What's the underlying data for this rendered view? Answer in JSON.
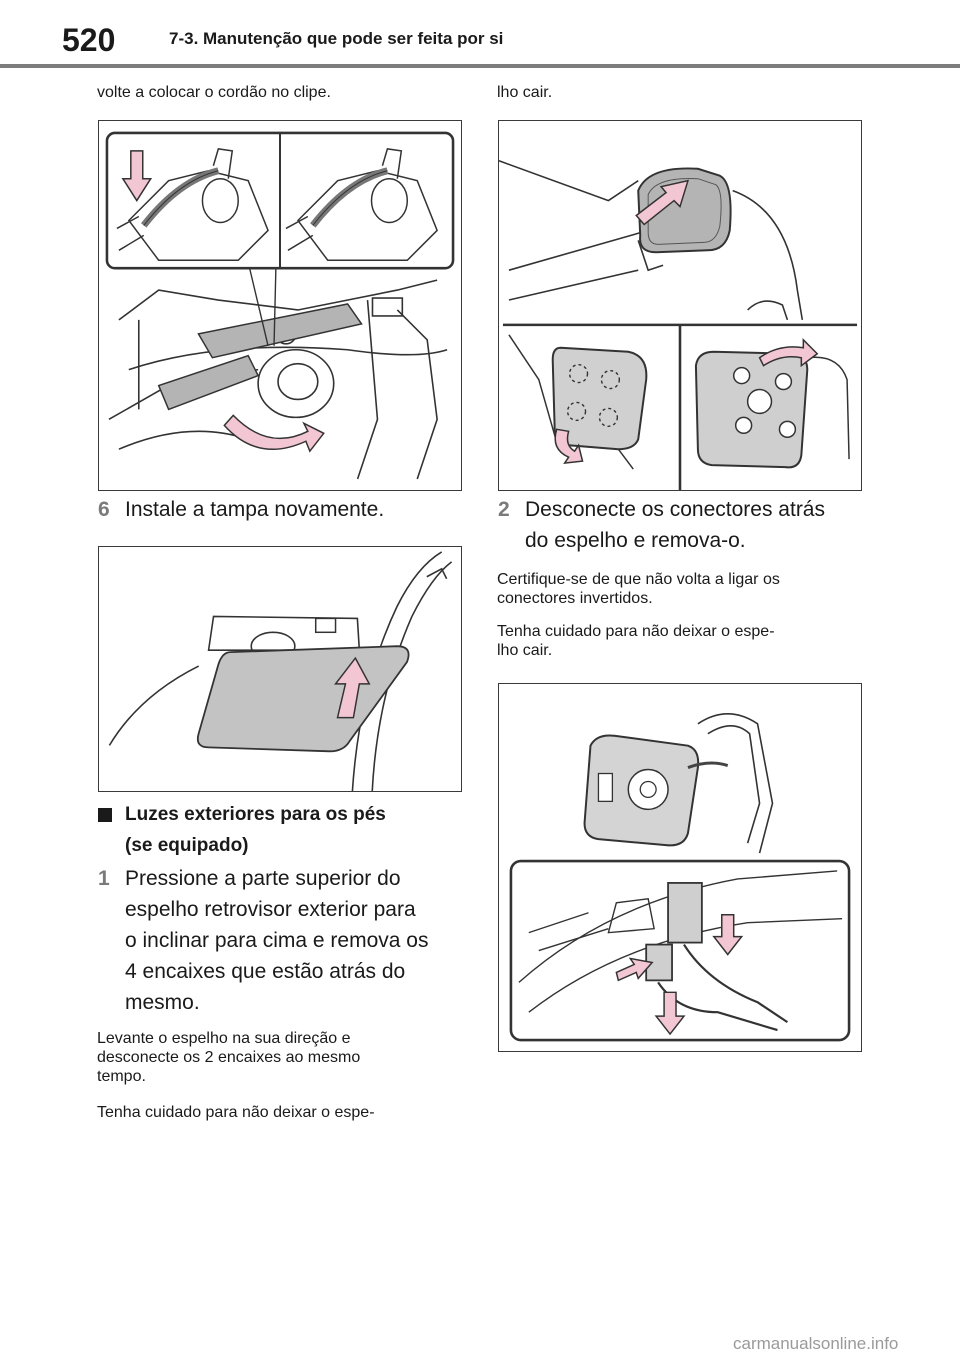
{
  "header": {
    "page_number": "520",
    "chapter_title": "7-3. Manutenção que pode ser feita por si"
  },
  "left_column": {
    "intro_text": "volte a colocar o cordão no clipe.",
    "step6": {
      "number": "6",
      "text": "Instale a tampa novamente."
    },
    "section_title_line1": "Luzes exteriores para os pés",
    "section_title_line2": "(se equipado)",
    "step1": {
      "number": "1",
      "line1": "Pressione a parte superior do",
      "line2": "espelho retrovisor exterior para",
      "line3": "o inclinar para cima e remova os",
      "line4": "4 encaixes que estão atrás do",
      "line5": "mesmo."
    },
    "note1_line1": "Levante o espelho na sua direção e",
    "note1_line2": "desconecte os 2 encaixes ao mesmo",
    "note1_line3": "tempo.",
    "note2_line1": "Tenha cuidado para não deixar o espe-"
  },
  "right_column": {
    "intro_text": "lho cair.",
    "step2": {
      "number": "2",
      "line1": "Desconecte os conectores atrás",
      "line2": "do espelho e remova-o."
    },
    "note1_line1": "Certifique-se de que não volta a ligar os",
    "note1_line2": "conectores invertidos.",
    "note2_line1": "Tenha cuidado para não deixar o espe-",
    "note2_line2": "lho cair."
  },
  "footer": {
    "watermark": "carmanualsonline.info"
  },
  "colors": {
    "arrow_fill": "#f3c6d3",
    "arrow_stroke": "#333333",
    "panel_gray": "#b4b4b4",
    "rule_gray": "#7d7d7d"
  }
}
